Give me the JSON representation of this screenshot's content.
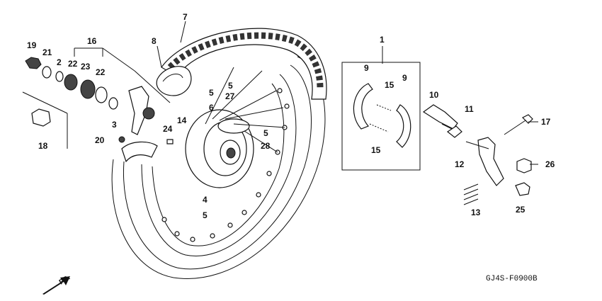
{
  "diagram": {
    "figure_code": "GJ4S-F0900B",
    "direction_label": "FR.",
    "callouts": [
      "1",
      "2",
      "3",
      "4",
      "5",
      "5",
      "5",
      "5",
      "6",
      "7",
      "8",
      "9",
      "9",
      "10",
      "11",
      "12",
      "13",
      "14",
      "15",
      "15",
      "16",
      "17",
      "18",
      "19",
      "20",
      "21",
      "22",
      "22",
      "23",
      "24",
      "25",
      "26",
      "27",
      "28"
    ]
  }
}
